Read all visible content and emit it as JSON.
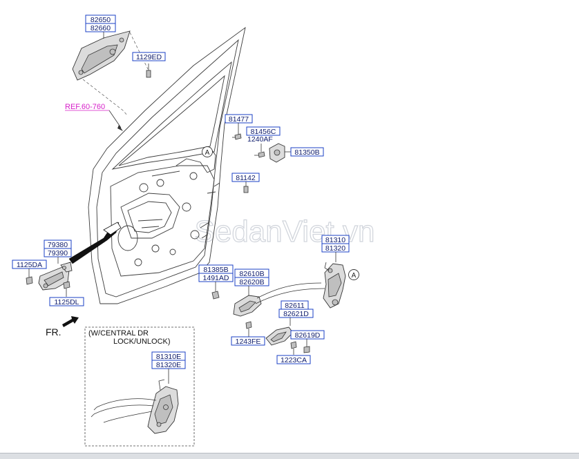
{
  "colors": {
    "label_border": "#1a3fc4",
    "label_text": "#0c1a6b",
    "ref_text": "#d61ec9",
    "line": "#333333",
    "part_fill": "#d9d9d9",
    "watermark": "#c4c9d2"
  },
  "ref_label": "REF.60-760",
  "front_marker": "FR.",
  "watermark": "SedanViet.vn",
  "callout": "A",
  "inset_caption_line1": "(W/CENTRAL DR",
  "inset_caption_line2": "LOCK/UNLOCK)",
  "labels": {
    "l82650": "82650",
    "l82660": "82660",
    "l1129ED": "1129ED",
    "l81477": "81477",
    "l81456C": "81456C",
    "l1240AF": "1240AF",
    "l81350B": "81350B",
    "l81142": "81142",
    "l79380": "79380",
    "l79390": "79390",
    "l1125DA": "1125DA",
    "l1125DL": "1125DL",
    "l81385B": "81385B",
    "l1491AD": "1491AD",
    "l82610B": "82610B",
    "l82620B": "82620B",
    "l81310": "81310",
    "l81320": "81320",
    "l82611": "82611",
    "l82621D": "82621D",
    "l82619D": "82619D",
    "l1243FE": "1243FE",
    "l1223CA": "1223CA",
    "l81310E": "81310E",
    "l81320E": "81320E"
  }
}
